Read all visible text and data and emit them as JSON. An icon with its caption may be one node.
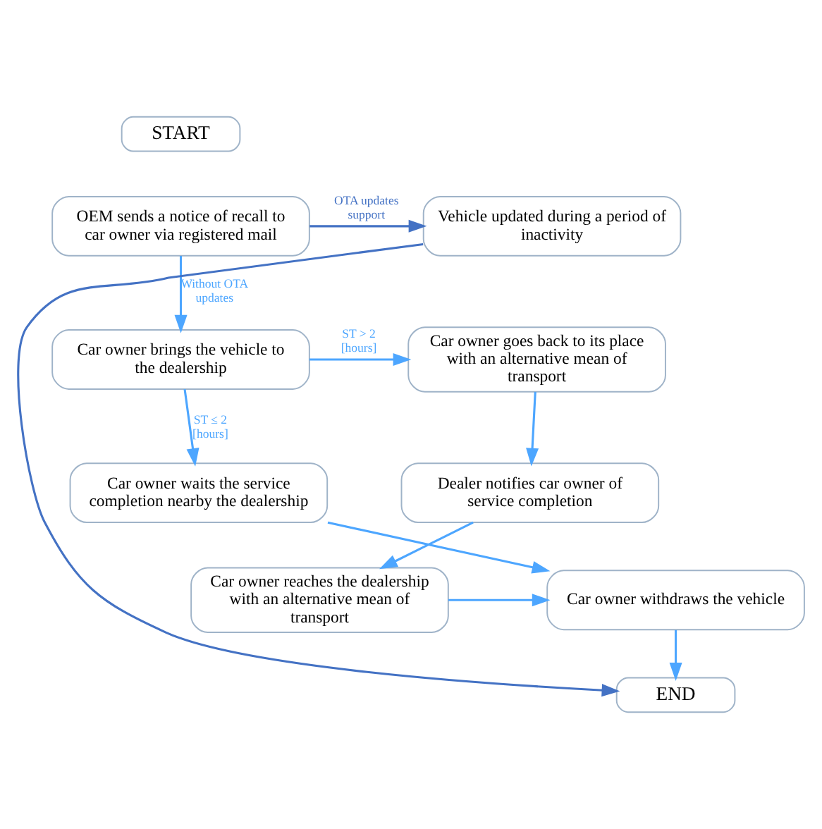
{
  "diagram": {
    "nodes": [
      {
        "text": [
          "START"
        ]
      },
      {
        "text": [
          "OEM sends a notice of recall to car owner via registered mail"
        ]
      },
      {
        "text": [
          "Vehicle updated during a period of inactivity"
        ]
      },
      {
        "text": [
          "Car owner brings the vehicle to the dealership"
        ]
      },
      {
        "text": [
          "Car owner goes back to its place with an alternative mean of transport"
        ]
      },
      {
        "text": [
          "Car owner waits the service completion nearby the dealership"
        ]
      },
      {
        "text": [
          "Dealer notifies car owner of service completion"
        ]
      },
      {
        "text": [
          "Car owner withdraws the vehicle"
        ]
      },
      {
        "text": [
          "Car owner reaches the dealership with an alternative mean of transport"
        ]
      },
      {
        "text": [
          "END"
        ]
      }
    ],
    "edges": [
      {
        "from": 1,
        "to": 2,
        "arrow": "to",
        "label": "OTA updates support",
        "color": "#4472c4"
      },
      {
        "from": 2,
        "to": 9,
        "arrow": "to",
        "color": "#4472c4"
      },
      {
        "from": 1,
        "to": 3,
        "arrow": "to",
        "label": "Without OTA updates"
      },
      {
        "from": 3,
        "to": 4,
        "arrow": "to",
        "label": "ST > 2 [hours]"
      },
      {
        "from": 3,
        "to": 5,
        "arrow": "to",
        "label": "ST ≤ 2 [hours]"
      },
      {
        "from": 4,
        "to": 6,
        "arrow": "to"
      },
      {
        "from": 6,
        "to": 8,
        "arrow": "to"
      },
      {
        "from": 8,
        "to": 7,
        "arrow": "to"
      },
      {
        "from": 5,
        "to": 7,
        "arrow": "to"
      },
      {
        "from": 7,
        "to": 9,
        "arrow": "to"
      }
    ]
  }
}
